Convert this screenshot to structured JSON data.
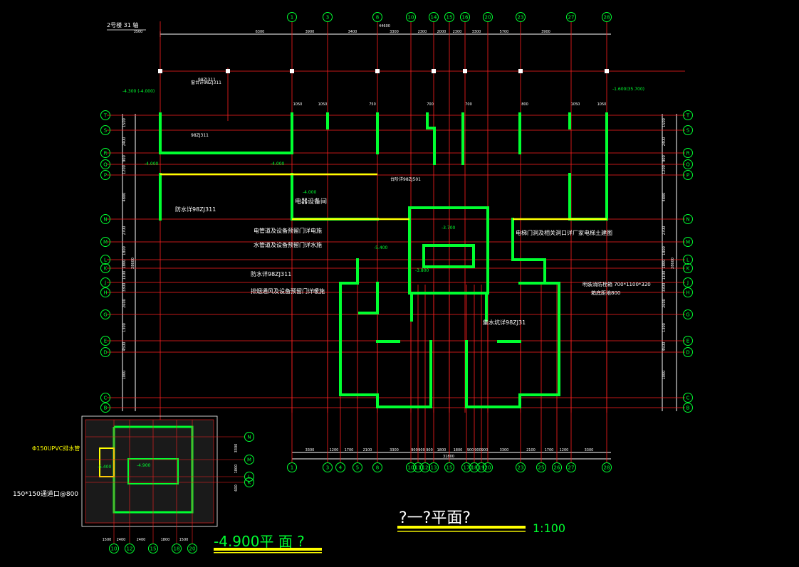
{
  "axes": {
    "top": [
      "1",
      "3",
      "8",
      "10",
      "14",
      "15",
      "16",
      "20",
      "23",
      "27",
      "28"
    ],
    "bottom": [
      "1",
      "3",
      "4",
      "5",
      "8",
      "10",
      "11",
      "12",
      "13",
      "15",
      "17",
      "18",
      "19",
      "20",
      "23",
      "25",
      "26",
      "27",
      "28"
    ],
    "rows": [
      "T",
      "S",
      "R",
      "Q",
      "P",
      "N",
      "M",
      "L",
      "K",
      "J",
      "H",
      "G",
      "E",
      "D",
      "C",
      "B"
    ]
  },
  "dimensions": {
    "top_total": "44600",
    "top_segments": [
      "3500",
      "6300",
      "3900",
      "3400",
      "3300",
      "2300",
      "2000",
      "2300",
      "3300",
      "5700",
      "3900"
    ],
    "bottom_total": "31800",
    "bottom_segments": [
      "3300",
      "1200",
      "1700",
      "2100",
      "3300",
      "900",
      "900",
      "900",
      "1800",
      "1800",
      "900",
      "900",
      "900",
      "3300",
      "2100",
      "1700",
      "1200",
      "3300"
    ],
    "left_segments": [
      "1500",
      "2400",
      "900",
      "1200",
      "4800",
      "2700",
      "1800",
      "1800",
      "1100",
      "3300",
      "2600",
      "1300",
      "4500",
      "1000"
    ],
    "left_total": "28600",
    "right_segments": [
      "1500",
      "2400",
      "900",
      "1200",
      "4800",
      "2700",
      "1800",
      "1800",
      "1100",
      "3300",
      "2600",
      "1300",
      "4500",
      "1000"
    ],
    "right_total": "28600",
    "openings": [
      "1050",
      "1050",
      "750",
      "700",
      "700",
      "800",
      "1050",
      "1050"
    ]
  },
  "annotations": {
    "stair_axis": "2号楼 31 轴",
    "upper_left_level": "-4.300 (-4.000)",
    "upper_right_level": "-1.600(35.700)",
    "detail_ref_1": "98ZJ311",
    "detail_ref_2": "98ZJ311",
    "level_1": "-4.000",
    "level_2": "-4.000",
    "level_3": "-4.000",
    "level_4": "-5.400",
    "level_5": "-3.700",
    "level_6": "-3.800",
    "waterproof_1": "防水详98ZJ311",
    "waterproof_2": "防水详98ZJ311",
    "room_electrical": "电器设备间",
    "pipe_note_1": "电管道及设备预留门详电施",
    "pipe_note_2": "水管道及设备预留门详水施",
    "pipe_note_3": "排烟通风及设备预留门详暖施",
    "elevator_note": "电梯门洞及相关洞口详厂家电梯土建图",
    "hydrant_note_1": "明装消防栓箱 700*1100*320",
    "hydrant_note_2": "箱底距地800",
    "stair_ref": "台阶详98ZJ501",
    "sill_ref": "窗台详98ZJ311",
    "pit_ref": "集水坑详98ZJ31"
  },
  "inset": {
    "axes_bottom": [
      "10",
      "12",
      "15",
      "18",
      "20"
    ],
    "axes_right": [
      "N",
      "M",
      "L",
      "K"
    ],
    "dims_bottom": [
      "1500",
      "2400",
      "2400",
      "1800",
      "1500"
    ],
    "dims_right": [
      "3300",
      "1800",
      "600"
    ],
    "pipe_label": "Φ150UPVC排水管",
    "drain_label": "150*150通道口@800",
    "level_a": "-5.400",
    "level_b": "-4.900",
    "title": "-4.900平 面 ?"
  },
  "titles": {
    "main_title": "?一?平面?",
    "scale": "1:100"
  }
}
